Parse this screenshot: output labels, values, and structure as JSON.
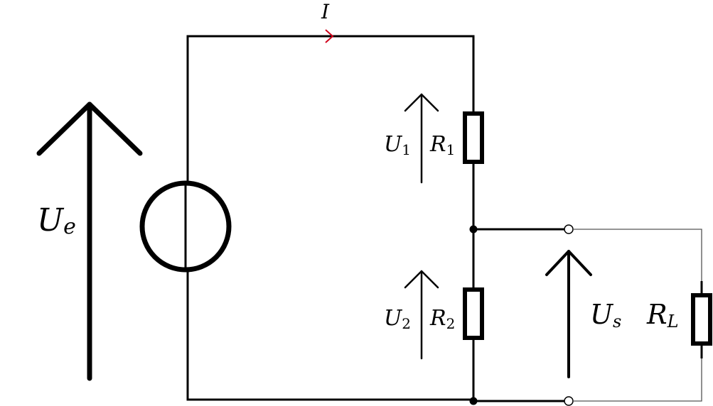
{
  "labels": {
    "current": "I",
    "source_voltage": {
      "main": "U",
      "sub": "e"
    },
    "u1": {
      "main": "U",
      "sub": "1"
    },
    "r1": {
      "main": "R",
      "sub": "1"
    },
    "u2": {
      "main": "U",
      "sub": "2"
    },
    "r2": {
      "main": "R",
      "sub": "2"
    },
    "us": {
      "main": "U",
      "sub": "s"
    },
    "rl": {
      "main": "R",
      "sub": "L"
    }
  },
  "colors": {
    "wire": "#000000",
    "current_arrow": "#d0021b",
    "load_wire": "#555555"
  }
}
